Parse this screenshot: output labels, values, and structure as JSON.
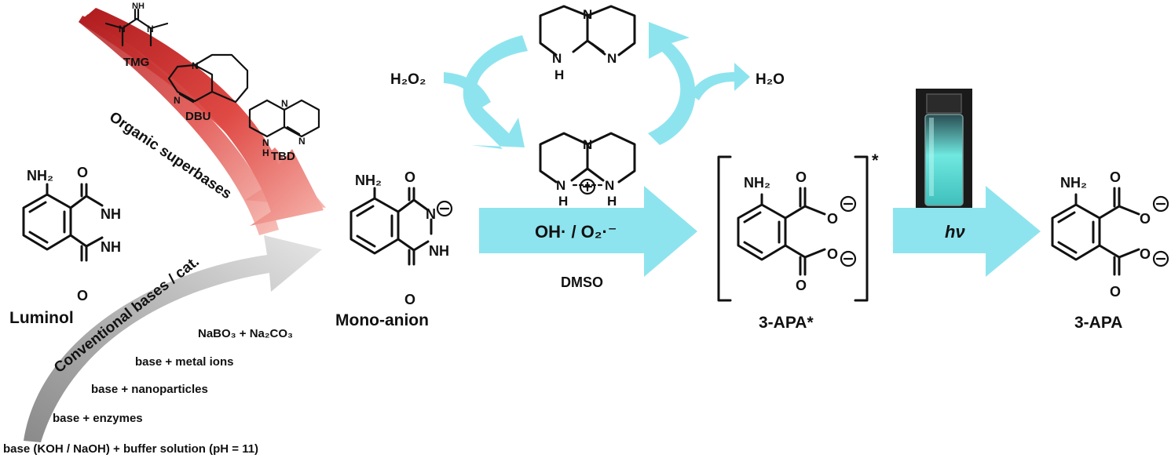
{
  "bases": {
    "tmg": "TMG",
    "dbu": "DBU",
    "tbd": "TBD"
  },
  "arrows": {
    "organic": "Organic superbases",
    "conventional": "Conventional bases / cat.",
    "oxidant": "OH· / O₂·⁻",
    "solvent": "DMSO",
    "emission": "hν"
  },
  "conventional_conditions": [
    "NaBO₃ + Na₂CO₃",
    "base + metal ions",
    "base + nanoparticles",
    "base + enzymes",
    "base (KOH / NaOH) + buffer solution (pH = 11)"
  ],
  "species": {
    "luminol": "Luminol",
    "monoanion": "Mono-anion",
    "excited": "3-APA*",
    "product": "3-APA"
  },
  "cycle": {
    "in": "H₂O₂",
    "out": "H₂O"
  },
  "atoms": {
    "nh2": "NH₂",
    "nh": "NH",
    "n": "N",
    "h": "H",
    "o": "O"
  },
  "colors": {
    "cyan": "#8ee4ee",
    "red": "#c8282a",
    "gray": "#9a9a9a",
    "vial": "#6fe8e0"
  }
}
